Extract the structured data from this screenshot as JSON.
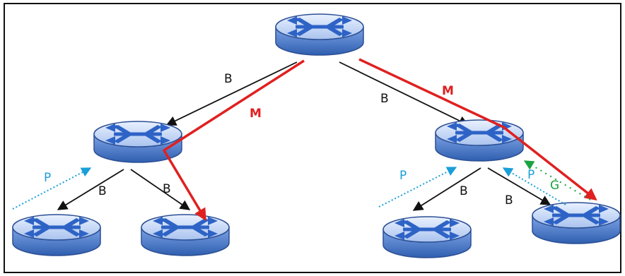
{
  "diagram": {
    "nodes": [
      {
        "id": "root",
        "icon": "switch-icon"
      },
      {
        "id": "mid-left",
        "icon": "switch-icon"
      },
      {
        "id": "mid-right",
        "icon": "switch-icon"
      },
      {
        "id": "leaf-1",
        "icon": "switch-icon"
      },
      {
        "id": "leaf-2",
        "icon": "switch-icon"
      },
      {
        "id": "leaf-3",
        "icon": "switch-icon"
      },
      {
        "id": "leaf-4",
        "icon": "switch-icon"
      }
    ],
    "labels": {
      "b1": "B",
      "b2": "B",
      "b3": "B",
      "b4": "B",
      "b5": "B",
      "b6": "B",
      "m1": "M",
      "m2": "M",
      "p1": "P",
      "p2": "P",
      "p3": "P",
      "g1": "G"
    },
    "colors": {
      "blocking": "#111111",
      "multicast": "#e02020",
      "proxy": "#1a9fd8",
      "grant": "#1aa341",
      "switch_body": "#3f6fbf"
    }
  }
}
